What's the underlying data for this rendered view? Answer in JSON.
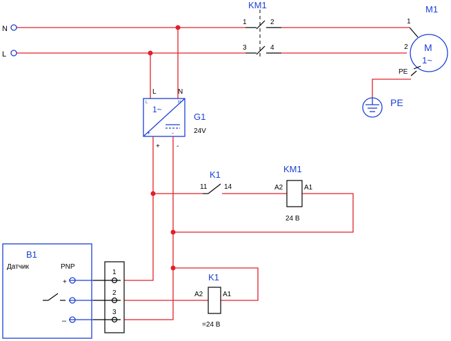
{
  "terminals": {
    "n": "N",
    "l": "L"
  },
  "km1_contacts": {
    "label": "KM1",
    "p1": "1",
    "p2": "2",
    "p3": "3",
    "p4": "4"
  },
  "motor": {
    "label": "M1",
    "symbol_m": "M",
    "symbol_phase": "1~",
    "pin1": "1",
    "pin2": "2",
    "pe_pin": "PE"
  },
  "ground": {
    "label": "PE"
  },
  "psu": {
    "label": "G1",
    "voltage": "24V",
    "in_l": "L",
    "in_n": "N",
    "in_l_small": "L",
    "in_n_small": "N",
    "ac_symbol": "1~",
    "plus": "+",
    "minus": "-"
  },
  "k1_contact": {
    "label": "K1",
    "pin11": "11",
    "pin14": "14"
  },
  "km1_coil": {
    "label": "KM1",
    "a2": "A2",
    "a1": "A1",
    "voltage": "24 В"
  },
  "sensor": {
    "label": "B1",
    "type_word": "Датчик",
    "type_pnp": "PNP",
    "plus": "+",
    "minus": "–"
  },
  "connector": {
    "pin1": "1",
    "pin2": "2",
    "pin3": "3"
  },
  "k1_coil": {
    "label": "K1",
    "a2": "A2",
    "a1": "A1",
    "voltage": "=24 В"
  }
}
